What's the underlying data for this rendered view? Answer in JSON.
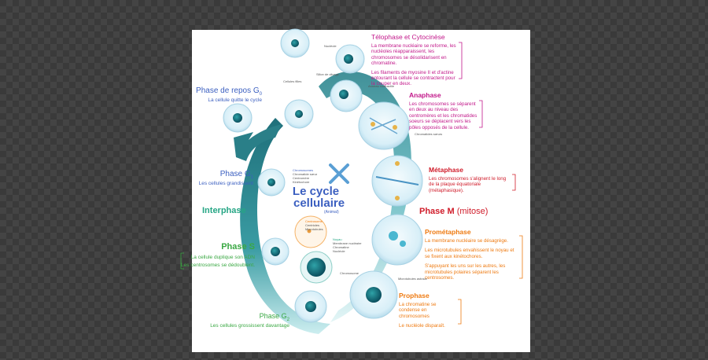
{
  "center": {
    "line1": "Le cycle",
    "line2": "cellulaire",
    "sub": "(Animal)"
  },
  "interphase": "Interphase",
  "phase_m": {
    "name": "Phase M",
    "paren": "(mitose)"
  },
  "g0": {
    "title": "Phase de repos G",
    "sub_idx": "0",
    "desc": "La cellule quitte le cycle"
  },
  "g1": {
    "title": "Phase G",
    "sub_idx": "1",
    "desc": "Les cellules grandissent"
  },
  "s": {
    "title": "Phase S",
    "desc1": "La cellule duplique son ADN",
    "desc2": "Les centrosomes se dédoublent."
  },
  "g2": {
    "title": "Phase G",
    "sub_idx": "2",
    "desc": "Les cellules grossissent davantage"
  },
  "telophase": {
    "title": "Télophase et Cytocinèse",
    "p1": "La membrane nucléaire se reforme, les nucléoles réapparaissent, les chromosomes se désolidarisent en chromatine.",
    "p2": "Les filaments de myosine II et d'actine entourant la cellule se contractent pour la couper en deux."
  },
  "anaphase": {
    "title": "Anaphase",
    "p1": "Les chromosomes se séparent en deux au niveau des centromères et les chromatides soeurs se déplacent vers les pôles opposés de la cellule."
  },
  "metaphase": {
    "title": "Métaphase",
    "p1": "Les chromosomes s'alignent le long de la plaque équatoriale (métaphasique)."
  },
  "prometaphase": {
    "title": "Prométaphase",
    "p1": "La membrane nucléaire se désagrège.",
    "p2": "Les microtubules envahissent le noyau et se fixent aux kinétochores.",
    "p3": "S'appuyant les uns sur les autres, les microtubules polaires séparent les centrosomes."
  },
  "prophase": {
    "title": "Prophase",
    "p1": "La chromatine se condense en chromosomes",
    "p2": "Le nucléole disparaît."
  },
  "tiny_labels": {
    "nucleole": "Nucléole",
    "sillon": "Sillon de clivage",
    "filles": "Cellules filles",
    "anneau": "Anneau contractile",
    "chromatides": "Chromatides sœurs",
    "chrom_box": [
      "Chromosomes",
      "Chromatide sœur",
      "Centromère",
      "Kinétochore"
    ],
    "centrosome_box": [
      "Centrosome",
      "Centrioles",
      "Microtubules"
    ],
    "noyau_box": [
      "Noyau",
      "Membrane nucléaire",
      "Chromatine",
      "Nucléole"
    ],
    "chromosome": "Chromosome",
    "microtubules": "Microtubules astraux"
  },
  "colors": {
    "arrow_teal": "#2a8a90",
    "arrow_light": "#9fdde0",
    "blue": "#3b5fc0",
    "teal": "#26a685",
    "magenta": "#c2188a",
    "red": "#d01c2a",
    "orange": "#ee7a11"
  }
}
